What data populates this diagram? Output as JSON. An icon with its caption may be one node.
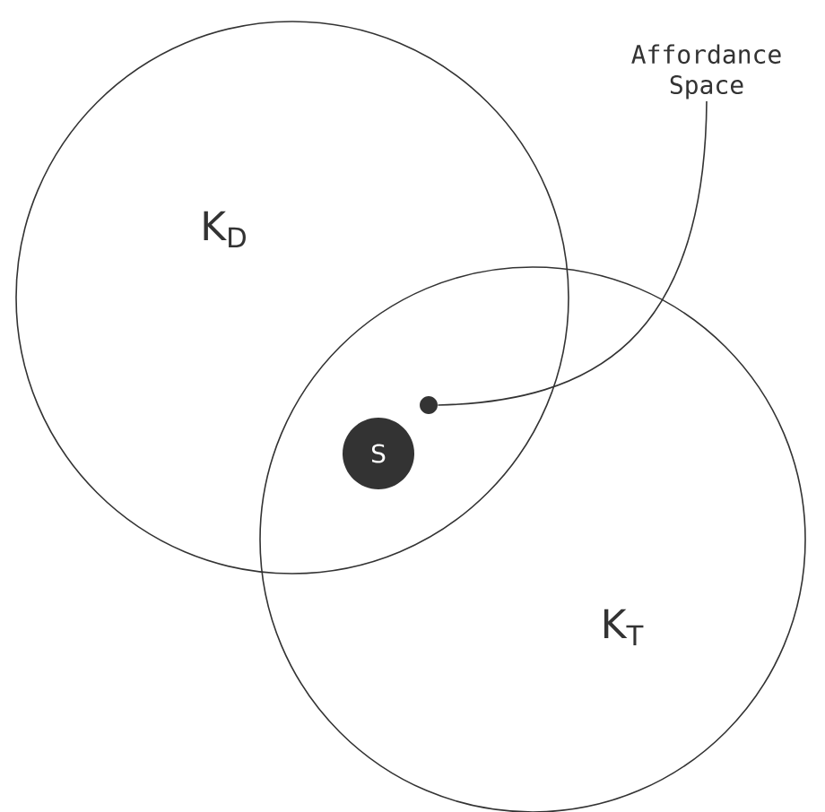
{
  "diagram": {
    "nodes": [
      {
        "text": [
          "K$_{D}$"
        ]
      },
      {
        "text": [
          "K$_{T}$"
        ]
      },
      {
        "text": [
          "S"
        ]
      },
      {
        "text": [
          "Affordance Space"
        ]
      },
      {
        "text": [],
        "shape": "circle"
      }
    ],
    "edges": [
      {
        "from": 3,
        "to": 4,
        "arrow": "none"
      }
    ]
  }
}
